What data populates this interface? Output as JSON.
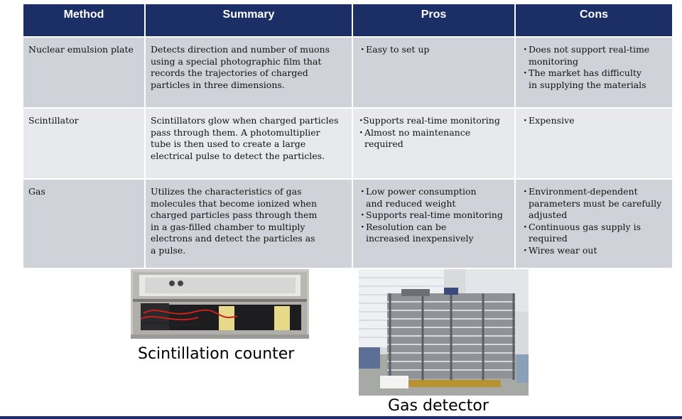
{
  "table": {
    "headers": [
      "Method",
      "Summary",
      "Pros",
      "Cons"
    ],
    "rows": [
      {
        "method": "Nuclear emulsion plate",
        "summary": "Detects direction and number of muons\nusing a special photographic film that\nrecords the trajectories of charged\nparticles in three dimensions.",
        "pros": [
          {
            "bullet": "・",
            "text": "Easy to set up"
          }
        ],
        "cons": [
          {
            "bullet": "・",
            "text": "Does not support real-time\nmonitoring"
          },
          {
            "bullet": "・",
            "text": "The market has difficulty\nin supplying the materials"
          }
        ]
      },
      {
        "method": "Scintillator",
        "summary": "Scintillators glow when charged particles\npass through them. A photomultiplier\ntube is then used to create a large\nelectrical pulse to detect the particles.",
        "pros": [
          {
            "bullet": "・",
            "text": "Supports real-time monitoring"
          },
          {
            "bullet": "・",
            "text": "Almost no maintenance\nrequired"
          }
        ],
        "cons": [
          {
            "bullet": "・",
            "text": "Expensive"
          }
        ]
      },
      {
        "method": "Gas",
        "summary": "Utilizes the characteristics of gas\nmolecules that become ionized when\ncharged particles pass through them\nin a gas-filled chamber to multiply\n electrons and detect the particles as\n a pulse.",
        "pros": [
          {
            "bullet": "・",
            "text": "Low power consumption\nand reduced weight"
          },
          {
            "bullet": "・",
            "text": "Supports real-time monitoring"
          },
          {
            "bullet": "・",
            "text": "Resolution can be\nincreased inexpensively"
          }
        ],
        "cons": [
          {
            "bullet": "・",
            "text": "Environment-dependent\nparameters must be carefully\nadjusted"
          },
          {
            "bullet": "・",
            "text": "Continuous gas supply is\nrequired"
          },
          {
            "bullet": "・",
            "text": "Wires wear out"
          }
        ]
      }
    ]
  },
  "figures": {
    "scintillation_caption": "Scintillation counter",
    "gas_caption": "Gas detector"
  },
  "colors": {
    "header_bg": "#1b2f66",
    "row_dark": "#d0d2d9",
    "row_light": "#e8e9ed"
  }
}
